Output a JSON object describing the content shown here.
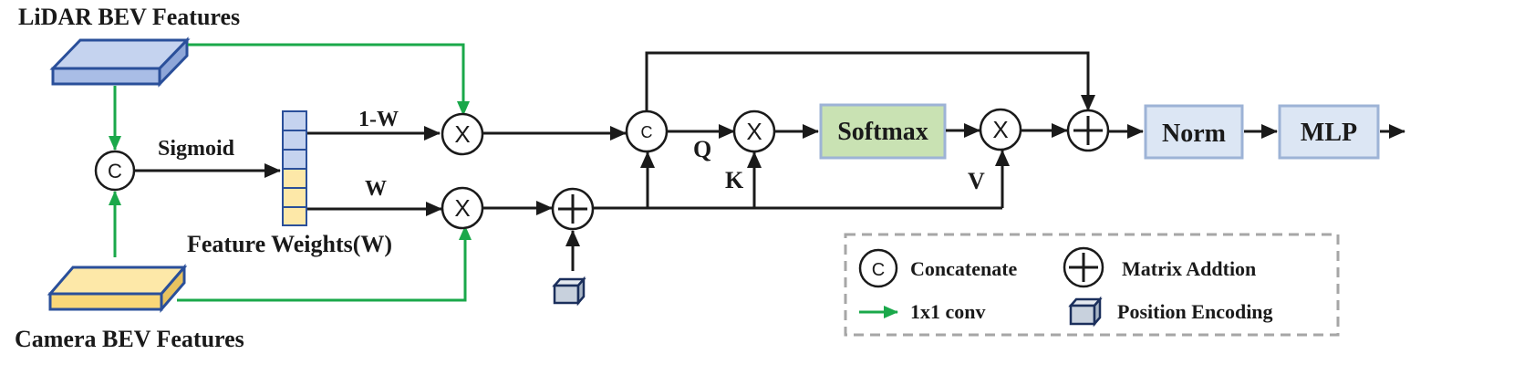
{
  "inputs": {
    "lidar": "LiDAR BEV Features",
    "camera": "Camera BEV Features"
  },
  "labels": {
    "sigmoid": "Sigmoid",
    "feature_weights": "Feature Weights(W)",
    "one_minus_w": "1-W",
    "w": "W",
    "q": "Q",
    "k": "K",
    "v": "V"
  },
  "operators": {
    "concat_symbol": "C",
    "multiply_symbol": "X"
  },
  "blocks": {
    "softmax": "Softmax",
    "norm": "Norm",
    "mlp": "MLP"
  },
  "legend": {
    "concatenate": "Concatenate",
    "matrix_addition": "Matrix Addtion",
    "conv": "1x1 conv",
    "position_encoding": "Position Encoding"
  },
  "colors": {
    "lidar_fill": "#c5d3ef",
    "camera_fill": "#fde8a8",
    "softmax_fill": "#c9e2b3",
    "block_fill": "#dce6f4",
    "block_border": "#9db3d6",
    "conv_arrow": "#1aa84a",
    "weights_top": "#c5d3ef",
    "weights_bottom": "#fde8a8",
    "pos_enc_fill": "#c8d1dd"
  }
}
